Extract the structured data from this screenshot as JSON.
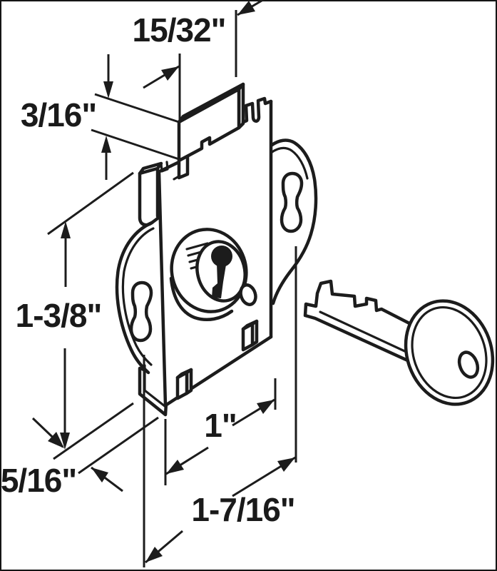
{
  "figure": {
    "subject": "Mailbox lock with key - dimensioned technical illustration",
    "background_color": "#ffffff",
    "line_color": "#1c1c1c"
  },
  "dimension_labels": {
    "latch_width": "15/32\"",
    "latch_lip_height": "3/16\"",
    "plate_height": "1-3/8\"",
    "bottom_lip_height": "5/16\"",
    "base_width": "1\"",
    "overall_width": "1-7/16\""
  }
}
